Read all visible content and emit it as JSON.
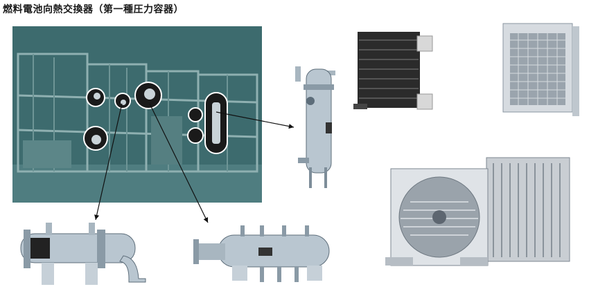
{
  "title": "燃料電池向熱交換器（第一種圧力容器）",
  "colors": {
    "photo_bg": "#3d6b6e",
    "steel": "#b9c6d0",
    "steel_dark": "#5d6d7a",
    "radiator_core": "#2b2b2b",
    "frame": "#d6dbe0"
  },
  "images": [
    {
      "name": "fuel-cell-plant-photo"
    },
    {
      "name": "vertical-separator-vessel"
    },
    {
      "name": "shell-and-tube-exchanger"
    },
    {
      "name": "horizontal-pressure-vessel"
    },
    {
      "name": "black-oil-cooler"
    },
    {
      "name": "mesh-guard-air-cooler"
    },
    {
      "name": "fan-radiator-unit"
    }
  ]
}
